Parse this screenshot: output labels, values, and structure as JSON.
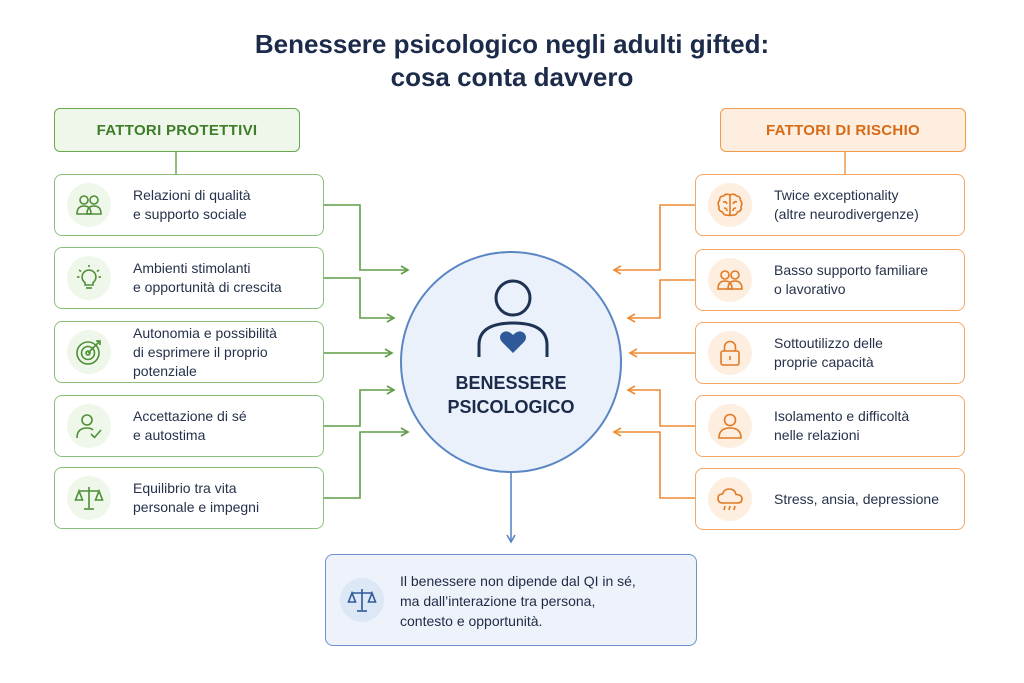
{
  "title": {
    "line1": "Benessere psicologico negli adulti gifted:",
    "line2": "cosa conta davvero"
  },
  "protective": {
    "header": "FATTORI PROTETTIVI",
    "items": [
      {
        "icon": "people-icon",
        "label": "Relazioni di qualità\ne supporto sociale"
      },
      {
        "icon": "lightbulb-icon",
        "label": "Ambienti stimolanti\ne opportunità di crescita"
      },
      {
        "icon": "target-icon",
        "label": "Autonomia e possibilità\ndi esprimere il proprio\npotenziale"
      },
      {
        "icon": "person-check-icon",
        "label": "Accettazione di sé\ne autostima"
      },
      {
        "icon": "balance-scale-icon",
        "label": "Equilibrio tra vita\npersonale e impegni"
      }
    ]
  },
  "risk": {
    "header": "FATTORI DI RISCHIO",
    "items": [
      {
        "icon": "brain-icon",
        "label": "Twice exceptionality\n(altre neurodivergenze)"
      },
      {
        "icon": "people-icon",
        "label": "Basso supporto familiare\no lavorativo"
      },
      {
        "icon": "padlock-icon",
        "label": "Sottoutilizzo delle\nproprie capacità"
      },
      {
        "icon": "person-icon",
        "label": "Isolamento e difficoltà\nnelle relazioni"
      },
      {
        "icon": "rain-cloud-icon",
        "label": "Stress, ansia, depressione"
      }
    ]
  },
  "center": {
    "line1": "BENESSERE",
    "line2": "PSICOLOGICO",
    "icon": "person-heart-icon"
  },
  "conclusion": {
    "icon": "balance-scale-icon",
    "line1": "Il benessere non dipende dal QI in sé,",
    "line2": "ma dall’interazione tra persona,",
    "line3": "contesto e opportunità."
  },
  "colors": {
    "protective": "#3f7d2a",
    "risk": "#d86a16",
    "center": "#2f5a9a"
  }
}
